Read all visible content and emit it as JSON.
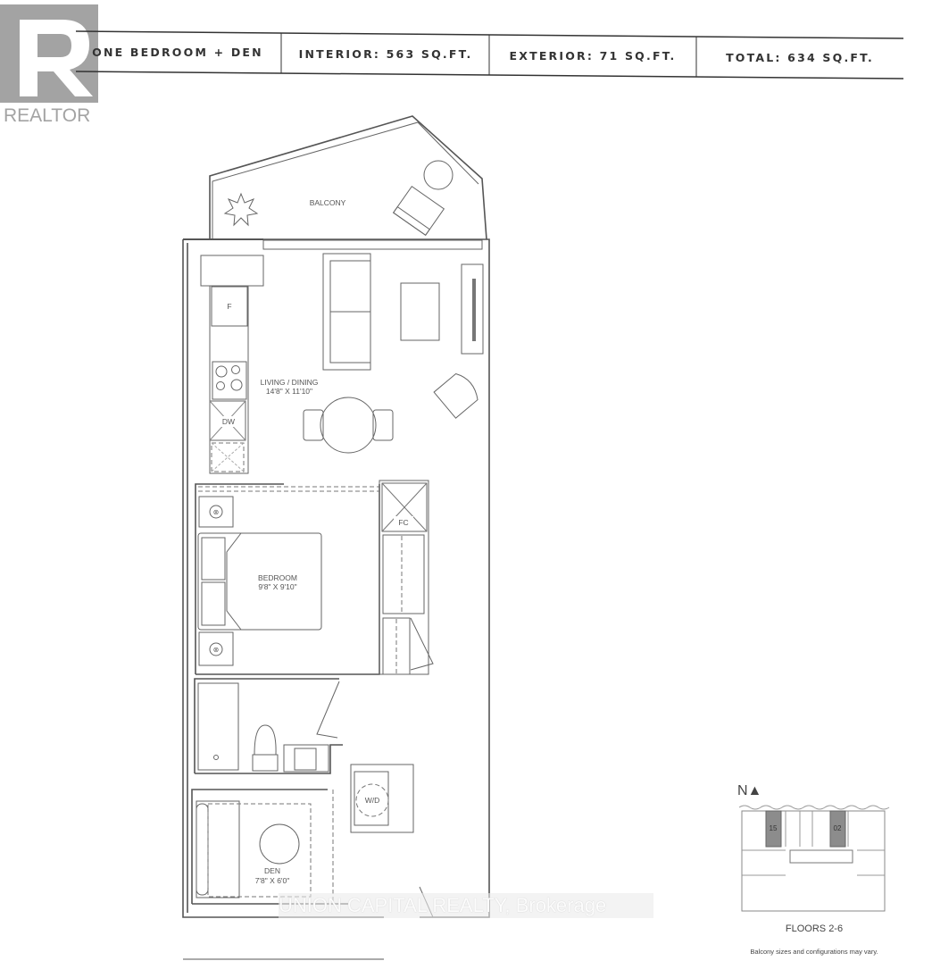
{
  "logo": {
    "brand": "REALTOR",
    "mark": "R",
    "color": "#a3a3a3"
  },
  "header": {
    "unit_type": "ONE BEDROOM + DEN",
    "interior": "INTERIOR: 563 SQ.FT.",
    "exterior": "EXTERIOR: 71 SQ.FT.",
    "total": "TOTAL: 634 SQ.FT."
  },
  "rooms": {
    "balcony": "BALCONY",
    "living_name": "LIVING / DINING",
    "living_size": "14'8\" X 11'10\"",
    "bedroom_name": "BEDROOM",
    "bedroom_size": "9'8\" X 9'10\"",
    "den_name": "DEN",
    "den_size": "7'8\" X 6'0\"",
    "fridge": "F",
    "dishwasher": "DW",
    "closet": "FC",
    "washer_dryer": "W/D"
  },
  "keyplan": {
    "north": "N▲",
    "unit_a": "15",
    "unit_b": "02",
    "highlight_color": "#8c8c8c",
    "floors": "FLOORS 2-6",
    "disclaimer": "Balcony sizes and configurations may vary."
  },
  "watermark": "UNION CAPITAL REALTY, Brokerage"
}
